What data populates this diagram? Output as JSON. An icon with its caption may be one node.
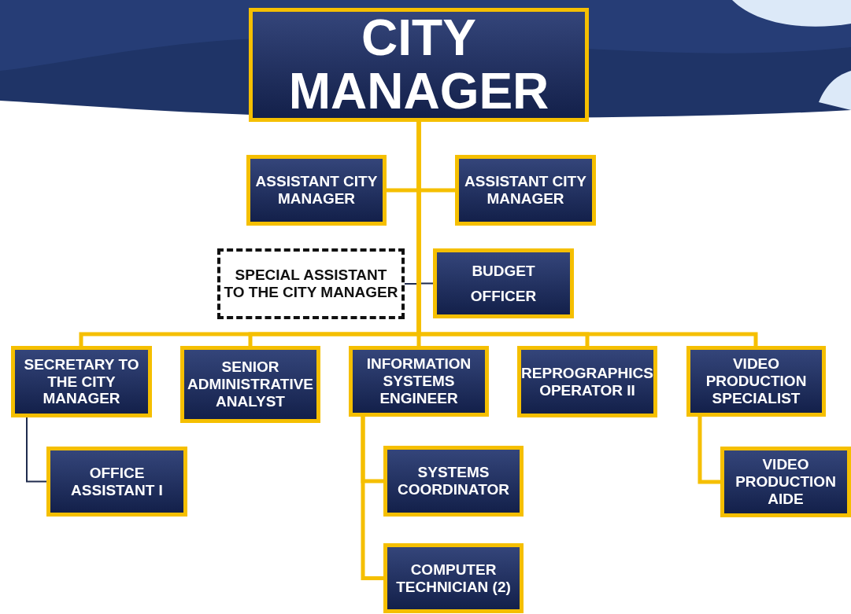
{
  "diagram": {
    "nodes": [
      {
        "text": [
          "CITY MANAGER"
        ]
      },
      {
        "text": [
          "ASSISTANT CITY MANAGER"
        ]
      },
      {
        "text": [
          "ASSISTANT CITY MANAGER"
        ]
      },
      {
        "text": [
          "SPECIAL ASSISTANT TO THE CITY MANAGER"
        ]
      },
      {
        "text": [
          "BUDGET OFFICER"
        ]
      },
      {
        "text": [
          "SECRETARY TO THE CITY MANAGER"
        ]
      },
      {
        "text": [
          "SENIOR ADMINISTRATIVE ANALYST"
        ]
      },
      {
        "text": [
          "INFORMATION SYSTEMS ENGINEER"
        ]
      },
      {
        "text": [
          "REPROGRAPHICS OPERATOR II"
        ]
      },
      {
        "text": [
          "VIDEO PRODUCTION SPECIALIST"
        ]
      },
      {
        "text": [
          "OFFICE ASSISTANT I"
        ]
      },
      {
        "text": [
          "SYSTEMS COORDINATOR"
        ]
      },
      {
        "text": [
          "COMPUTER TECHNICIAN (2)"
        ]
      },
      {
        "text": [
          "VIDEO PRODUCTION AIDE"
        ]
      }
    ],
    "edges": [
      {
        "from": 0,
        "to": 3,
        "arrow": "none",
        "color": "#1f2b4d"
      },
      {
        "from": 0,
        "to": 4,
        "arrow": "none",
        "color": "#1f2b4d"
      },
      {
        "from": 0,
        "to": 1,
        "arrow": "none"
      },
      {
        "from": 0,
        "to": 2,
        "arrow": "none"
      },
      {
        "from": 0,
        "to": 5,
        "arrow": "none"
      },
      {
        "from": 0,
        "to": 6,
        "arrow": "none"
      },
      {
        "from": 0,
        "to": 7,
        "arrow": "none"
      },
      {
        "from": 0,
        "to": 8,
        "arrow": "none"
      },
      {
        "from": 0,
        "to": 9,
        "arrow": "none"
      },
      {
        "from": 5,
        "to": 10,
        "arrow": "none",
        "color": "#1f2b4d"
      },
      {
        "from": 7,
        "to": 11,
        "arrow": "none"
      },
      {
        "from": 7,
        "to": 12,
        "arrow": "none"
      },
      {
        "from": 9,
        "to": 13,
        "arrow": "none"
      }
    ]
  }
}
